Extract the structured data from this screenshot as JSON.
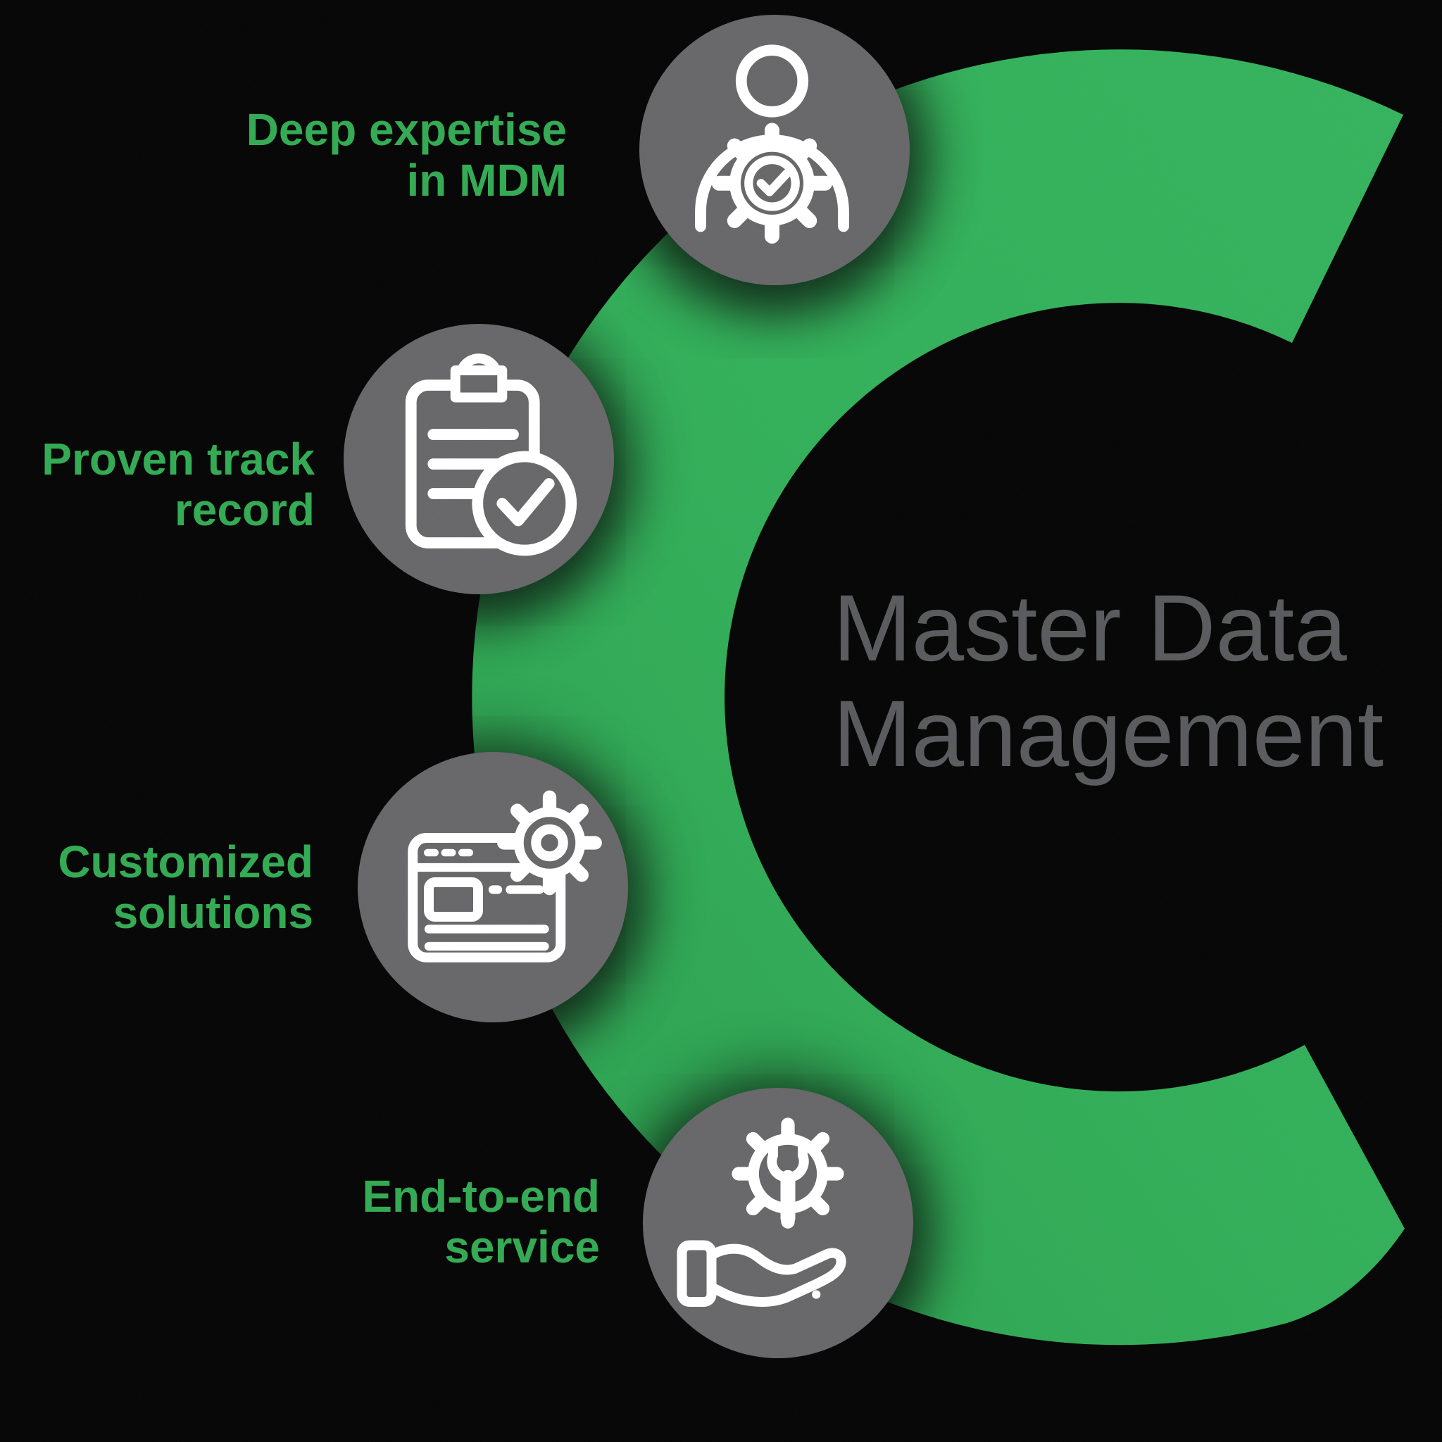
{
  "title": {
    "line1": "Master Data",
    "line2": "Management",
    "color": "#56575a"
  },
  "accent_green": "#2eac55",
  "circle_gray": "#646466",
  "features": [
    {
      "id": "deep-expertise",
      "line1": "Deep expertise",
      "line2": "in MDM",
      "icon": "person-gear-check-icon"
    },
    {
      "id": "proven-track-record",
      "line1": "Proven track",
      "line2": "record",
      "icon": "clipboard-check-icon"
    },
    {
      "id": "customized-solutions",
      "line1": "Customized",
      "line2": "solutions",
      "icon": "browser-gear-icon"
    },
    {
      "id": "end-to-end-service",
      "line1": "End-to-end",
      "line2": "service",
      "icon": "gear-wrench-hand-icon"
    }
  ]
}
